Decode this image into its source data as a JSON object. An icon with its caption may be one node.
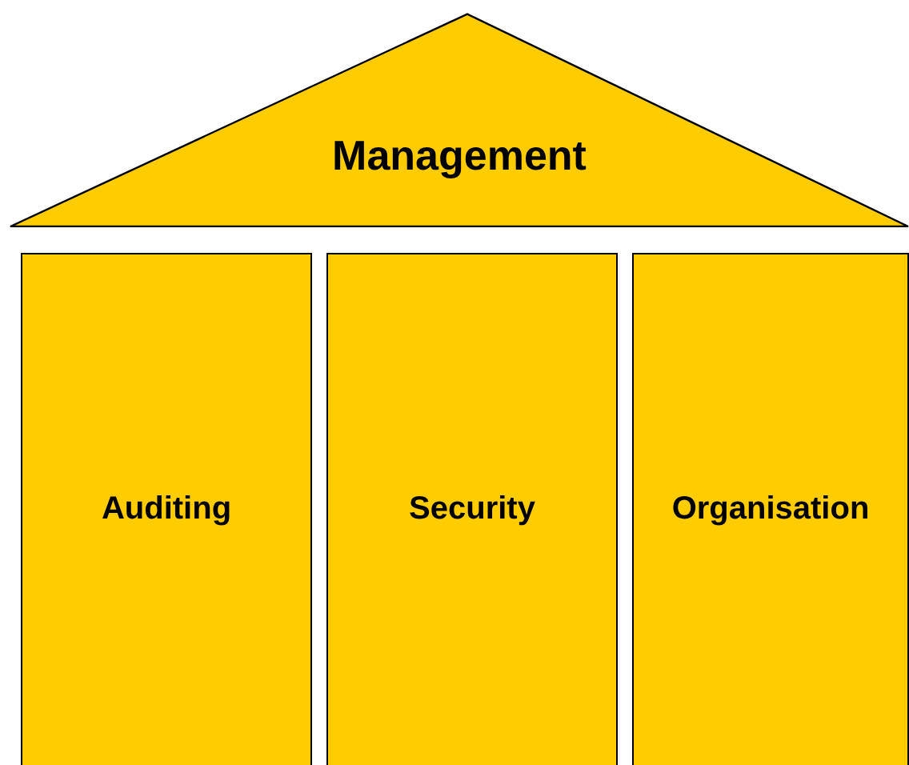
{
  "diagram": {
    "nodes": [
      {
        "text": [
          "Management"
        ]
      },
      {
        "text": [
          "Auditing"
        ]
      },
      {
        "text": [
          "Security"
        ]
      },
      {
        "text": [
          "Organisation"
        ]
      }
    ]
  }
}
